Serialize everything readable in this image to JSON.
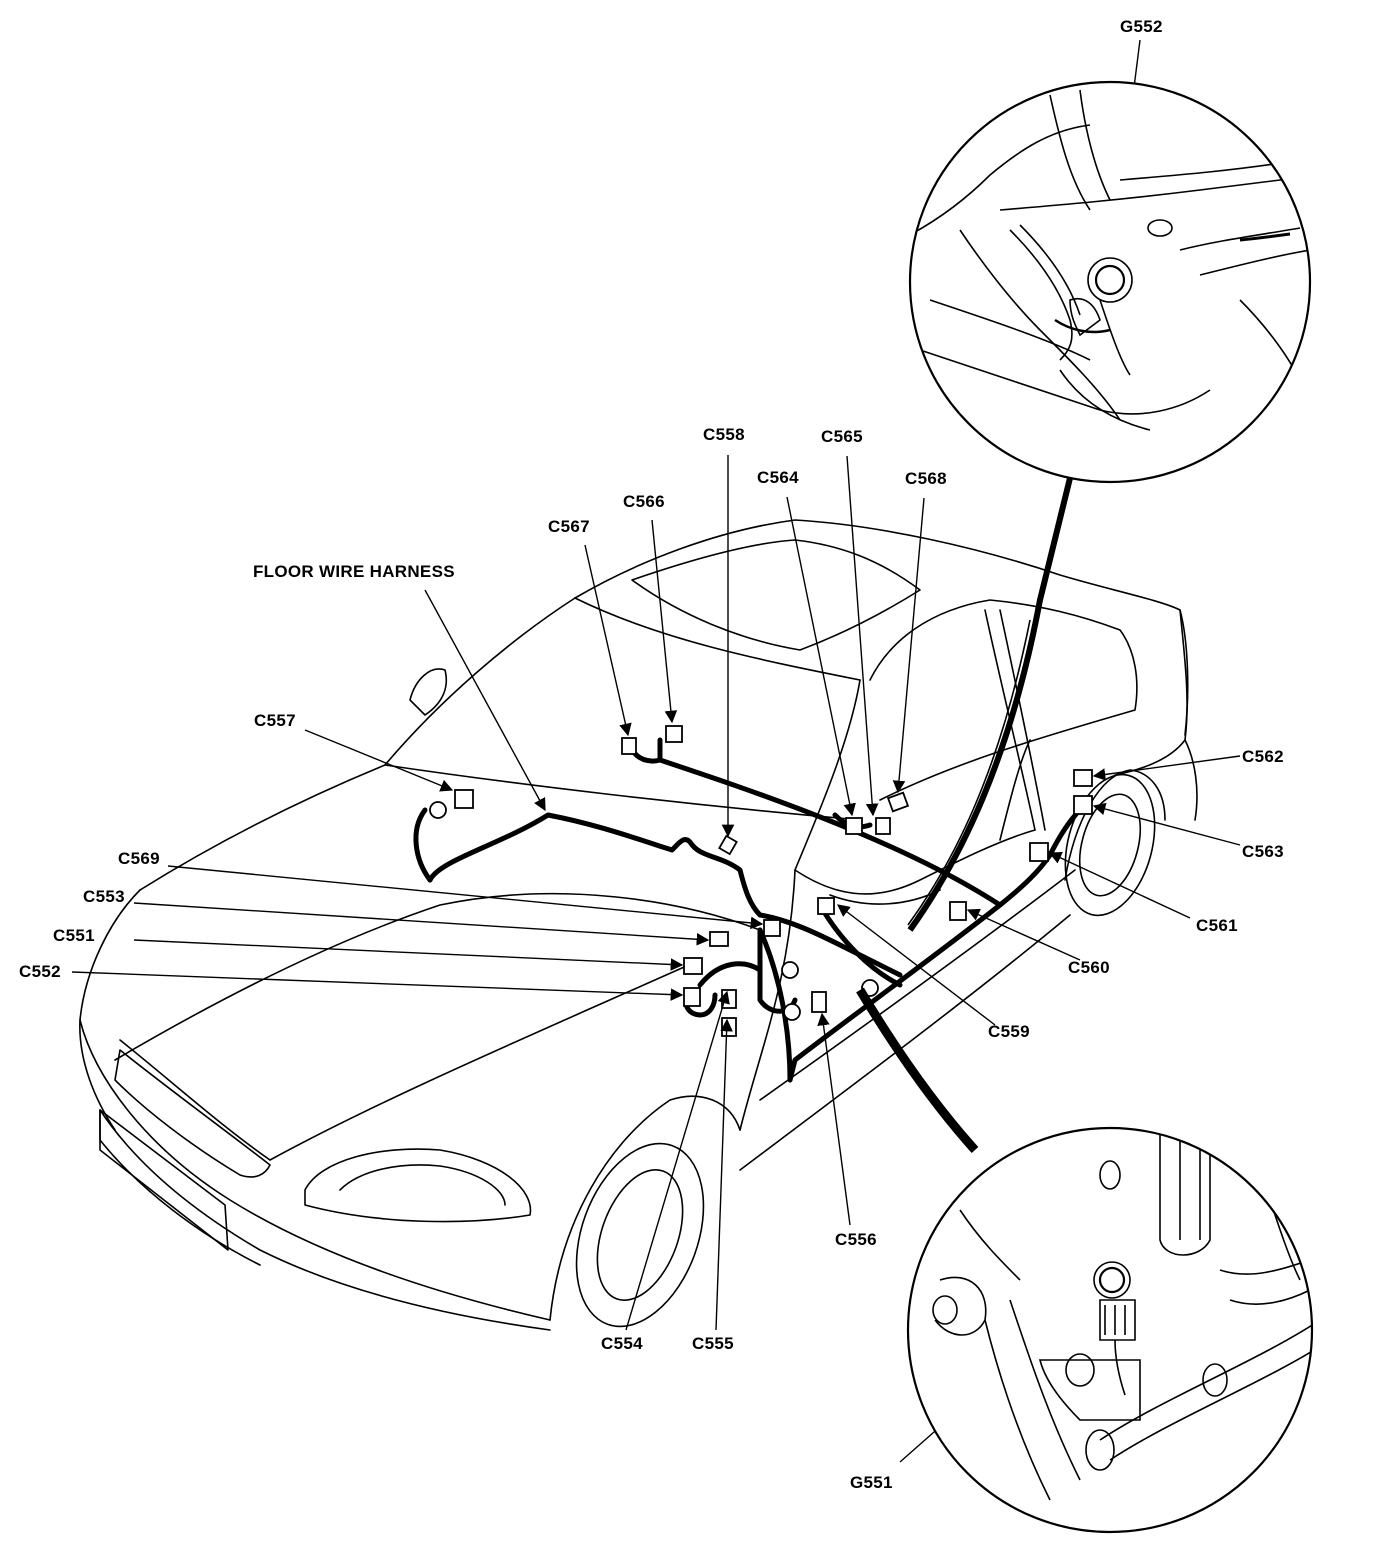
{
  "diagram": {
    "harness_label": "FLOOR WIRE HARNESS",
    "connectors": {
      "c551": "C551",
      "c552": "C552",
      "c553": "C553",
      "c554": "C554",
      "c555": "C555",
      "c556": "C556",
      "c557": "C557",
      "c558": "C558",
      "c559": "C559",
      "c560": "C560",
      "c561": "C561",
      "c562": "C562",
      "c563": "C563",
      "c564": "C564",
      "c565": "C565",
      "c566": "C566",
      "c567": "C567",
      "c568": "C568",
      "c569": "C569"
    },
    "grounds": {
      "g551": "G551",
      "g552": "G552"
    }
  }
}
